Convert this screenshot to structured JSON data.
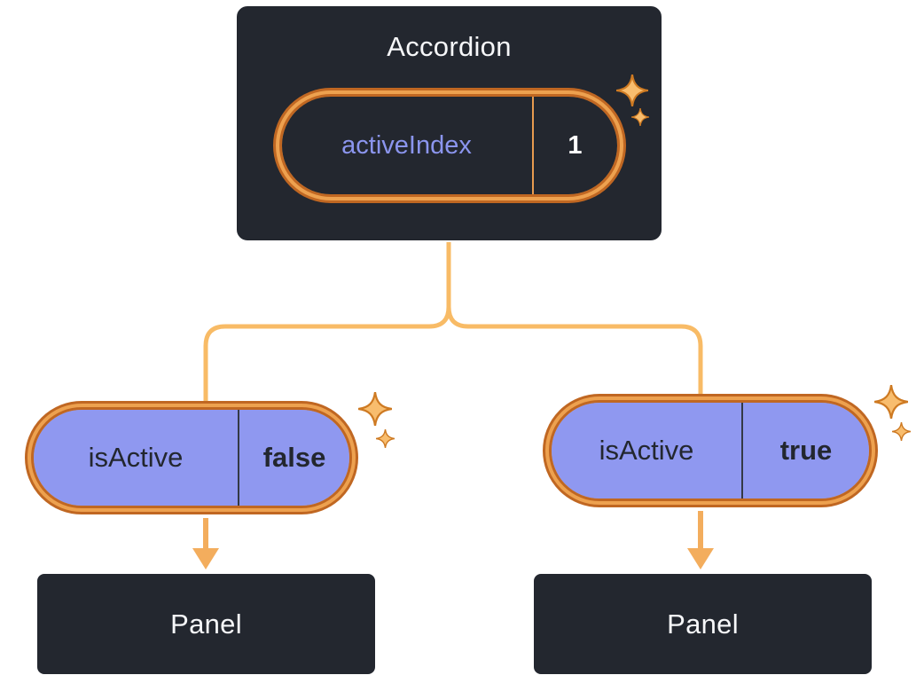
{
  "diagram": {
    "root": {
      "title": "Accordion",
      "state_pill": {
        "label": "activeIndex",
        "value": "1"
      }
    },
    "children": [
      {
        "prop_pill": {
          "label": "isActive",
          "value": "false"
        },
        "panel_label": "Panel"
      },
      {
        "prop_pill": {
          "label": "isActive",
          "value": "true"
        },
        "panel_label": "Panel"
      }
    ]
  },
  "icons": {
    "sparkle": "sparkle-icon"
  },
  "colors": {
    "node_background": "#23272f",
    "node_border": "#ffffff",
    "node_text": "#f6f7f9",
    "connector": "#f8bb66",
    "ring_band": "#eda14f",
    "ring_edge": "#c06722",
    "state_label_text": "#8b95ee",
    "state_value_text": "#ffffff",
    "state_divider": "#e89b4f",
    "prop_pill_background": "#8f98f0",
    "prop_pill_text": "#23272f",
    "sparkle_fill": "#f8bd6e",
    "sparkle_edge": "#ce7a22"
  }
}
